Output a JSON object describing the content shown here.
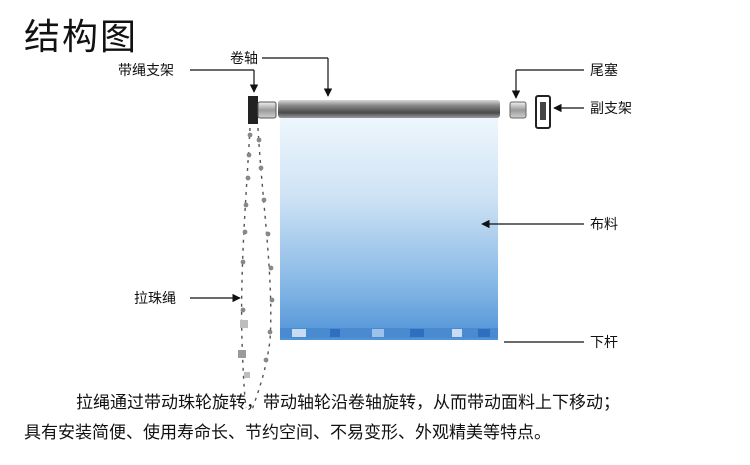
{
  "title": "结构图",
  "labels": {
    "bracket": "带绳支架",
    "roller": "卷轴",
    "end_plug": "尾塞",
    "sub_bracket": "副支架",
    "fabric": "布料",
    "chain": "拉珠绳",
    "bottom_bar": "下杆"
  },
  "description": {
    "line1": "拉绳通过带动珠轮旋转，带动轴轮沿卷轴旋转，从而带动面料上下移动；",
    "line2": "具有安装简便、使用寿命长、节约空间、不易变形、外观精美等特点。"
  },
  "colors": {
    "fabric_top": "#e4f0fa",
    "fabric_bottom": "#5a9ad8",
    "roller": "#6a6a6a",
    "bracket": "#222222"
  }
}
